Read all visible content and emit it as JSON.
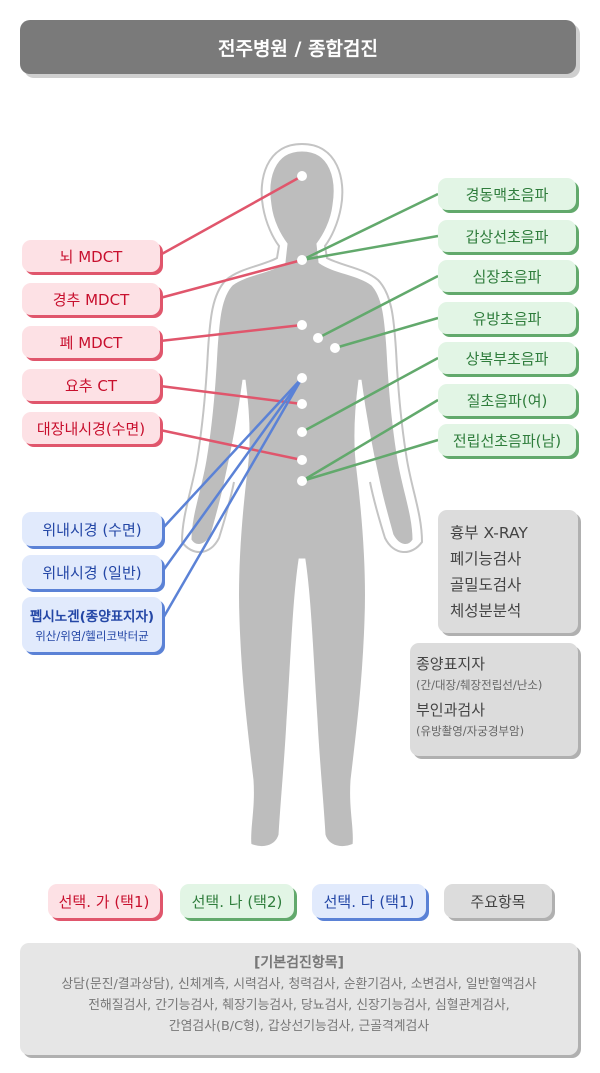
{
  "header": {
    "title": "전주병원 / 종합검진"
  },
  "red_items": [
    "뇌 MDCT",
    "경추 MDCT",
    "폐 MDCT",
    "요추 CT",
    "대장내시경(수면)"
  ],
  "green_items": [
    "경동맥초음파",
    "갑상선초음파",
    "심장초음파",
    "유방초음파",
    "상복부초음파",
    "질초음파(여)",
    "전립선초음파(남)"
  ],
  "blue_items": [
    {
      "label": "위내시경 (수면)"
    },
    {
      "label": "위내시경 (일반)"
    },
    {
      "label": "펩시노겐(종양표지자)",
      "sub": "위산/위염/헬리코박터균"
    }
  ],
  "main_items": [
    "흉부 X-RAY",
    "폐기능검사",
    "골밀도검사",
    "체성분분석"
  ],
  "main_items2": [
    {
      "title": "종양표지자",
      "sub": "(간/대장/췌장전립선/난소)"
    },
    {
      "title": "부인과검사",
      "sub": "(유방촬영/자궁경부암)"
    }
  ],
  "legend": [
    "선택. 가 (택1)",
    "선택. 나 (택2)",
    "선택. 다 (택1)",
    "주요항목"
  ],
  "basic": {
    "title": "[기본검진항목]",
    "lines": [
      "상담(문진/결과상담), 신체계측, 시력검사, 청력검사, 순환기검사, 소변검사, 일반혈액검사",
      "전해질검사, 간기능검사, 췌장기능검사, 당뇨검사, 신장기능검사, 심혈관계검사,",
      "간염검사(B/C형), 갑상선기능검사, 근골격계검사"
    ]
  },
  "colors": {
    "red": "#e0566c",
    "green": "#62a96c",
    "blue": "#5b82d6",
    "gray": "#7a7a7a"
  }
}
